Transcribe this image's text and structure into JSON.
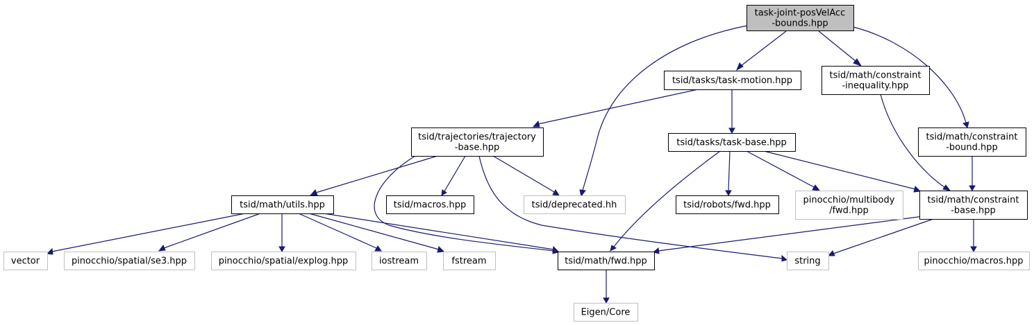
{
  "colors": {
    "edge": "#191970",
    "node_border": "#000000",
    "external_border": "#bfbfbf",
    "root_fill": "#bfbfbf",
    "node_fill": "#ffffff"
  },
  "nodes": [
    {
      "id": "root",
      "lines": [
        "task-joint-posVelAcc",
        "-bounds.hpp"
      ],
      "style": "root"
    },
    {
      "id": "task_motion",
      "lines": [
        "tsid/tasks/task-motion.hpp"
      ],
      "style": "normal"
    },
    {
      "id": "constraint_ineq",
      "lines": [
        "tsid/math/constraint",
        "-inequality.hpp"
      ],
      "style": "normal"
    },
    {
      "id": "constraint_bound",
      "lines": [
        "tsid/math/constraint",
        "-bound.hpp"
      ],
      "style": "normal"
    },
    {
      "id": "traj_base",
      "lines": [
        "tsid/trajectories/trajectory",
        "-base.hpp"
      ],
      "style": "normal"
    },
    {
      "id": "task_base",
      "lines": [
        "tsid/tasks/task-base.hpp"
      ],
      "style": "normal"
    },
    {
      "id": "math_utils",
      "lines": [
        "tsid/math/utils.hpp"
      ],
      "style": "normal"
    },
    {
      "id": "macros",
      "lines": [
        "tsid/macros.hpp"
      ],
      "style": "normal"
    },
    {
      "id": "deprecated",
      "lines": [
        "tsid/deprecated.hh"
      ],
      "style": "external"
    },
    {
      "id": "robots_fwd",
      "lines": [
        "tsid/robots/fwd.hpp"
      ],
      "style": "normal"
    },
    {
      "id": "pin_multibody",
      "lines": [
        "pinocchio/multibody",
        "/fwd.hpp"
      ],
      "style": "external"
    },
    {
      "id": "constraint_base",
      "lines": [
        "tsid/math/constraint",
        "-base.hpp"
      ],
      "style": "normal"
    },
    {
      "id": "vector",
      "lines": [
        "vector"
      ],
      "style": "external"
    },
    {
      "id": "pin_se3",
      "lines": [
        "pinocchio/spatial/se3.hpp"
      ],
      "style": "external"
    },
    {
      "id": "pin_explog",
      "lines": [
        "pinocchio/spatial/explog.hpp"
      ],
      "style": "external"
    },
    {
      "id": "iostream",
      "lines": [
        "iostream"
      ],
      "style": "external"
    },
    {
      "id": "fstream",
      "lines": [
        "fstream"
      ],
      "style": "external"
    },
    {
      "id": "math_fwd",
      "lines": [
        "tsid/math/fwd.hpp"
      ],
      "style": "normal"
    },
    {
      "id": "string",
      "lines": [
        "string"
      ],
      "style": "external"
    },
    {
      "id": "pin_macros",
      "lines": [
        "pinocchio/macros.hpp"
      ],
      "style": "external"
    },
    {
      "id": "eigen_core",
      "lines": [
        "Eigen/Core"
      ],
      "style": "external"
    }
  ],
  "edges": [
    {
      "from": "root",
      "to": "task_motion"
    },
    {
      "from": "root",
      "to": "deprecated"
    },
    {
      "from": "root",
      "to": "constraint_ineq"
    },
    {
      "from": "root",
      "to": "constraint_bound"
    },
    {
      "from": "task_motion",
      "to": "traj_base"
    },
    {
      "from": "task_motion",
      "to": "task_base"
    },
    {
      "from": "traj_base",
      "to": "math_utils"
    },
    {
      "from": "traj_base",
      "to": "macros"
    },
    {
      "from": "traj_base",
      "to": "deprecated"
    },
    {
      "from": "traj_base",
      "to": "math_fwd"
    },
    {
      "from": "traj_base",
      "to": "string"
    },
    {
      "from": "task_base",
      "to": "math_fwd"
    },
    {
      "from": "task_base",
      "to": "robots_fwd"
    },
    {
      "from": "task_base",
      "to": "pin_multibody"
    },
    {
      "from": "task_base",
      "to": "constraint_base"
    },
    {
      "from": "constraint_ineq",
      "to": "constraint_base"
    },
    {
      "from": "constraint_bound",
      "to": "constraint_base"
    },
    {
      "from": "math_utils",
      "to": "vector"
    },
    {
      "from": "math_utils",
      "to": "pin_se3"
    },
    {
      "from": "math_utils",
      "to": "pin_explog"
    },
    {
      "from": "math_utils",
      "to": "iostream"
    },
    {
      "from": "math_utils",
      "to": "fstream"
    },
    {
      "from": "math_utils",
      "to": "math_fwd"
    },
    {
      "from": "constraint_base",
      "to": "math_fwd"
    },
    {
      "from": "constraint_base",
      "to": "string"
    },
    {
      "from": "constraint_base",
      "to": "pin_macros"
    },
    {
      "from": "math_fwd",
      "to": "eigen_core"
    }
  ]
}
